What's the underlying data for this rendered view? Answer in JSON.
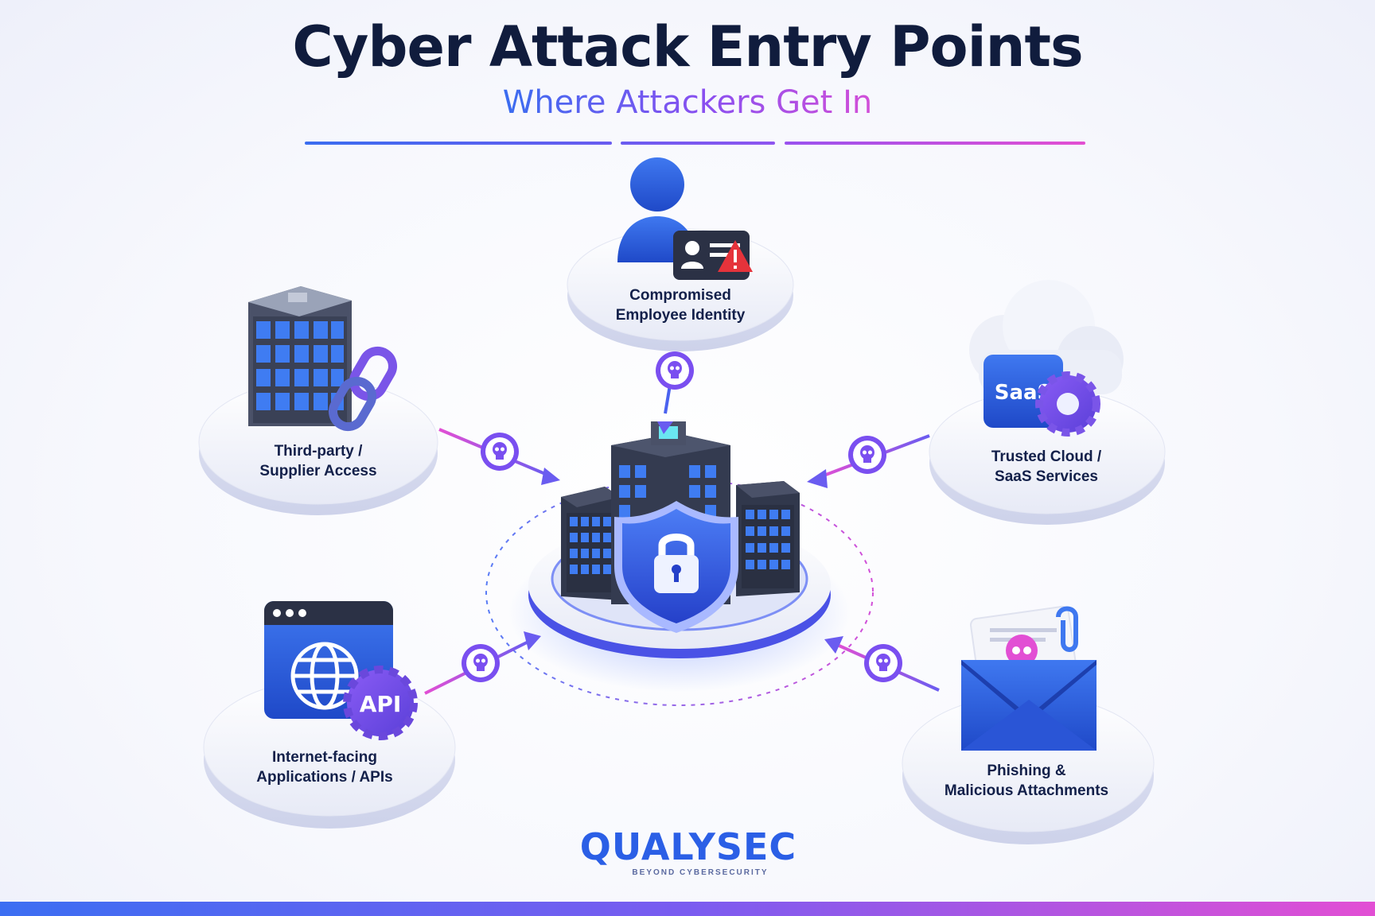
{
  "header": {
    "title": "Cyber Attack Entry Points",
    "subtitle": "Where Attackers Get In"
  },
  "center": {
    "icon": "shield-lock-icon"
  },
  "entry_points": [
    {
      "line1": "Compromised",
      "line2": "Employee Identity",
      "icon": "user-id-card-warning-icon"
    },
    {
      "line1": "Third-party /",
      "line2": "Supplier Access",
      "icon": "building-chain-icon"
    },
    {
      "line1": "Trusted Cloud /",
      "line2": "SaaS Services",
      "icon": "cloud-saas-gear-icon",
      "badge": "SaaS"
    },
    {
      "line1": "Internet-facing",
      "line2": "Applications / APIs",
      "icon": "browser-globe-api-icon",
      "badge": "API"
    },
    {
      "line1": "Phishing &",
      "line2": "Malicious Attachments",
      "icon": "envelope-skull-attachment-icon"
    }
  ],
  "footer": {
    "logo": "QUALYSEC",
    "tagline": "BEYOND CYBERSECURITY"
  },
  "colors": {
    "primary_blue": "#2b5fe6",
    "purple": "#8a4ff0",
    "magenta": "#e24fd4",
    "navy": "#101c3d",
    "alert_red": "#e5333b"
  }
}
